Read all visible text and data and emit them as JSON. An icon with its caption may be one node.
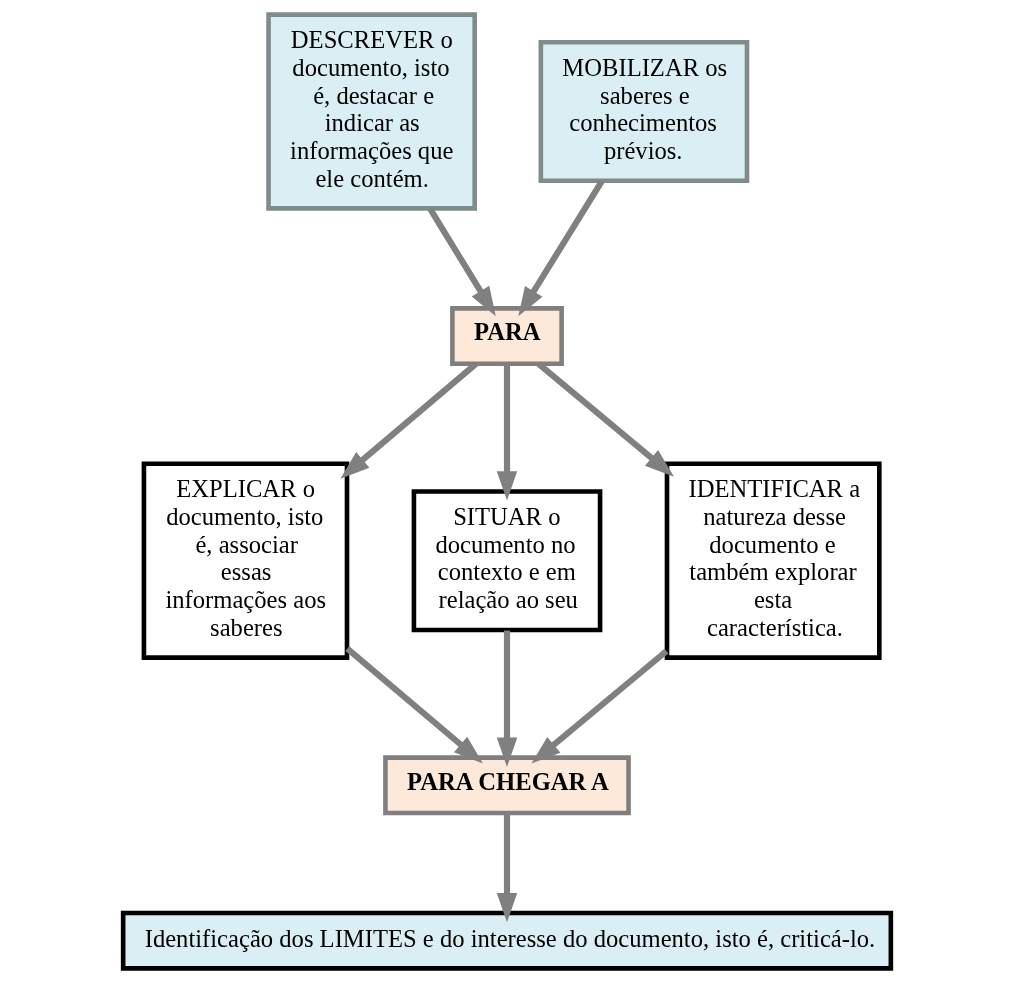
{
  "diagram": {
    "nodes": [
      {
        "text": [
          "DESCREVER o documento, isto é, destacar e indicar as informações que ele contém."
        ]
      },
      {
        "text": [
          "MOBILIZAR os saberes e conhecimentos prévios."
        ]
      },
      {
        "text": [
          "PARA"
        ]
      },
      {
        "text": [
          "EXPLICAR o documento, isto é, associar essas informações aos saberes"
        ]
      },
      {
        "text": [
          "SITUAR o documento no contexto e em relação ao seu"
        ]
      },
      {
        "text": [
          "IDENTIFICAR a natureza desse documento e também explorar esta característica."
        ]
      },
      {
        "text": [
          "PARA CHEGAR A"
        ]
      },
      {
        "text": [
          "Identificação dos LIMITES e do interesse do documento, isto é, criticá-lo."
        ]
      }
    ],
    "edges": [
      {
        "from": 0,
        "to": 2,
        "arrow": "to"
      },
      {
        "from": 1,
        "to": 2,
        "arrow": "to"
      },
      {
        "from": 2,
        "to": 3,
        "arrow": "to"
      },
      {
        "from": 2,
        "to": 4,
        "arrow": "to"
      },
      {
        "from": 2,
        "to": 5,
        "arrow": "to"
      },
      {
        "from": 3,
        "to": 6,
        "arrow": "to"
      },
      {
        "from": 4,
        "to": 6,
        "arrow": "to"
      },
      {
        "from": 5,
        "to": 6,
        "arrow": "to"
      },
      {
        "from": 6,
        "to": 7,
        "arrow": "to"
      }
    ]
  }
}
